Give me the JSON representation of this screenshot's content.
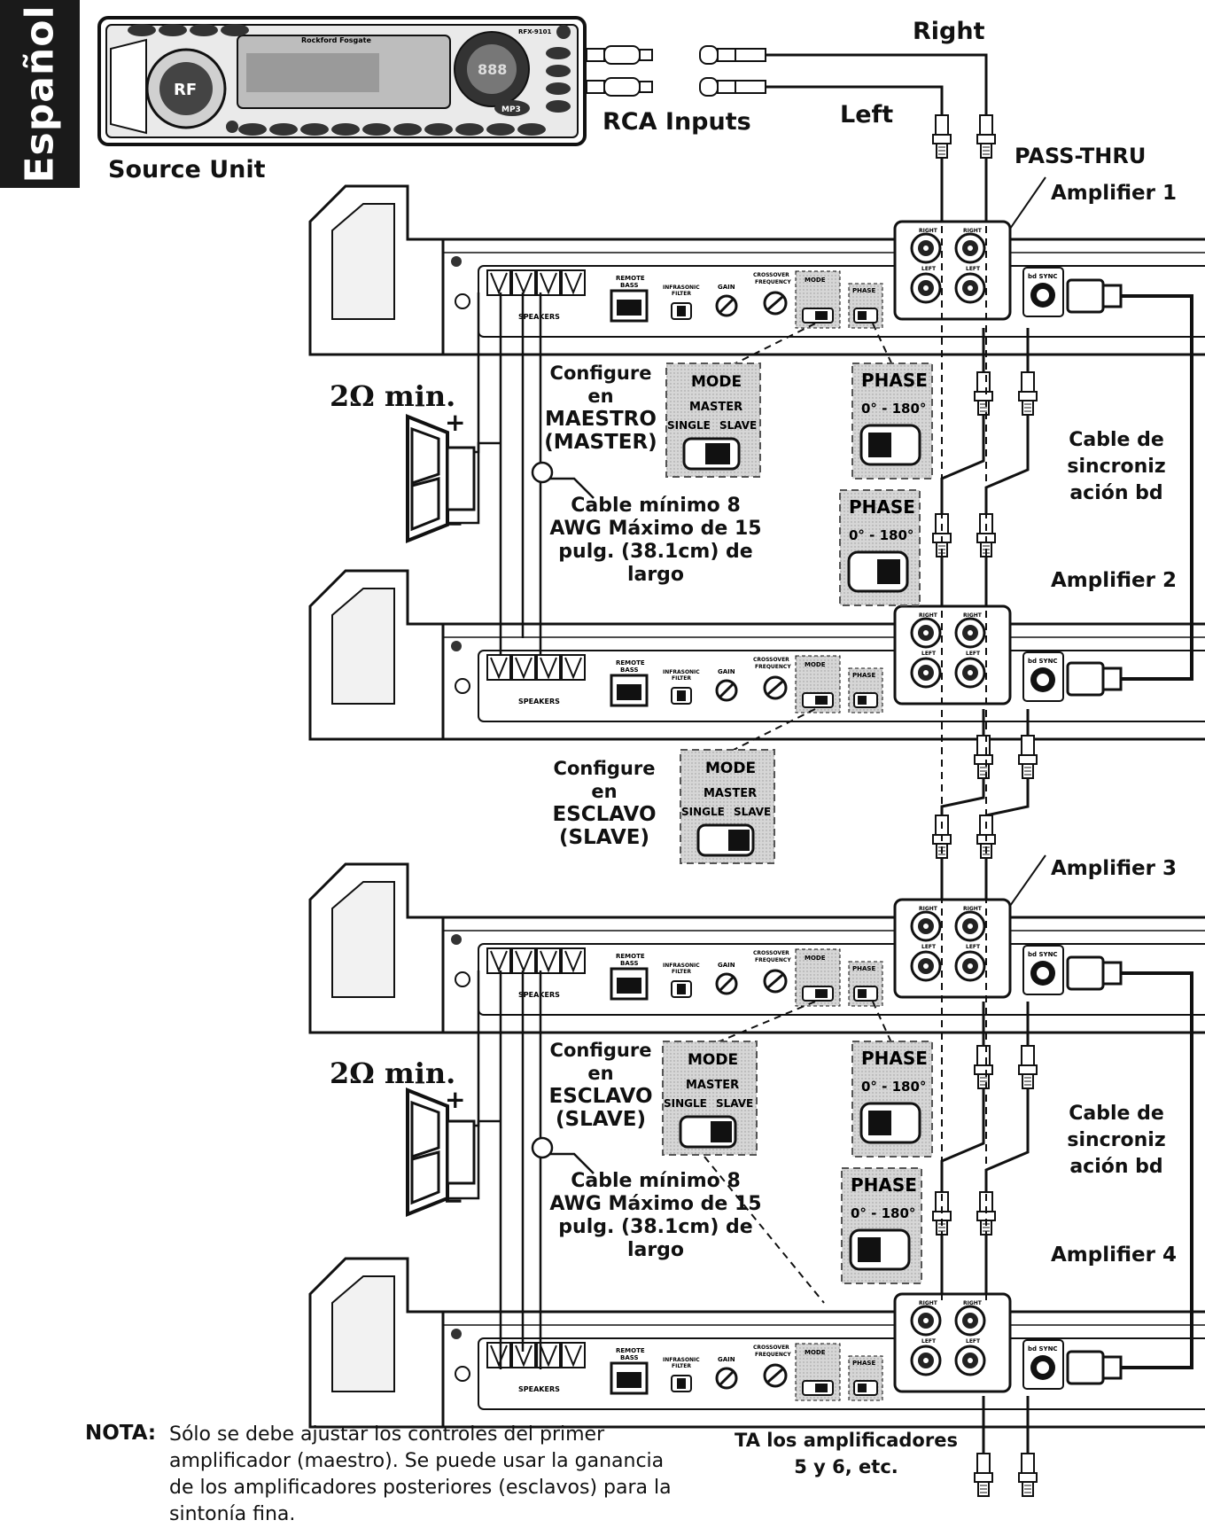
{
  "language_tab": "Español",
  "source_unit": {
    "label": "Source Unit",
    "model": "RFX-9101",
    "brand": "Rockford Fosgate",
    "badge": "MP3"
  },
  "inputs": {
    "rca_label": "RCA Inputs",
    "right_label": "Right",
    "left_label": "Left",
    "pass_thru": "PASS-THRU"
  },
  "amplifiers": [
    {
      "label": "Amplifier 1"
    },
    {
      "label": "Amplifier 2"
    },
    {
      "label": "Amplifier 3"
    },
    {
      "label": "Amplifier 4"
    }
  ],
  "panel": {
    "speakers": "SPEAKERS",
    "remote_bass": "REMOTE BASS",
    "infrasonic": "INFRASONIC FILTER",
    "gain": "GAIN",
    "crossover": "CROSSOVER FREQUENCY",
    "mode": "MODE",
    "phase": "PHASE",
    "bd_sync": "bd SYNC",
    "right": "RIGHT",
    "left": "LEFT"
  },
  "mode_box": {
    "title": "MODE",
    "master": "MASTER",
    "single": "SINGLE",
    "slave": "SLAVE"
  },
  "phase_box": {
    "title": "PHASE",
    "range": "0° - 180°"
  },
  "speaker": {
    "min_label": "2Ω min.",
    "plus": "+",
    "minus": "−"
  },
  "config_master": [
    "Configure",
    "en",
    "MAESTRO",
    "(MASTER)"
  ],
  "config_slave_1": [
    "Configure",
    "en",
    "ESCLAVO",
    "(SLAVE)"
  ],
  "config_slave_2": [
    "Configure",
    "en",
    "ESCLAVO",
    "(SLAVE)"
  ],
  "cable_note": [
    "Cable mínimo 8",
    "AWG Máximo de 15",
    "pulg. (38.1cm) de",
    "largo"
  ],
  "sync_cable": [
    "Cable de",
    "sincroniz",
    "ación bd"
  ],
  "more_amps": [
    "TA los amplificadores",
    "5 y 6, etc."
  ],
  "nota": {
    "heading": "NOTA:",
    "lines": [
      "Sólo se debe ajustar los controles del primer",
      "amplificador (maestro). Se puede usar la ganancia",
      "de los amplificadores posteriores (esclavos) para la",
      "sintonía fina."
    ]
  }
}
